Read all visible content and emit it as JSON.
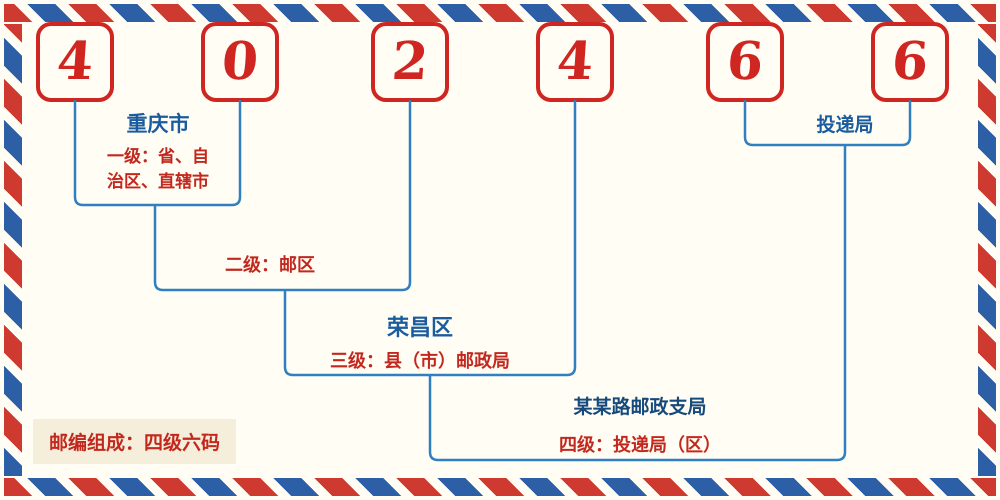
{
  "postal_code": {
    "digits": [
      "4",
      "0",
      "2",
      "4",
      "6",
      "6"
    ]
  },
  "annotations": {
    "level1": {
      "place": "重庆市",
      "desc_line1": "一级：省、自",
      "desc_line2": "治区、直辖市"
    },
    "level2": {
      "desc": "二级：邮区"
    },
    "level3": {
      "place": "荣昌区",
      "desc": "三级：县（市）邮政局"
    },
    "level4": {
      "place": "某某路邮政支局",
      "desc": "四级：投递局（区）"
    },
    "delivery": {
      "label": "投递局"
    }
  },
  "footer": {
    "note": "邮编组成：四级六码"
  },
  "colors": {
    "digit_red": "#d02622",
    "label_blue": "#1b5c9e",
    "desc_red": "#c3281e",
    "line_blue": "#2f7fc1",
    "stripe_red": "#ce3a30",
    "stripe_blue": "#2d5fa6",
    "note_background": "#f5eeda",
    "page_background": "#fffdf4"
  }
}
